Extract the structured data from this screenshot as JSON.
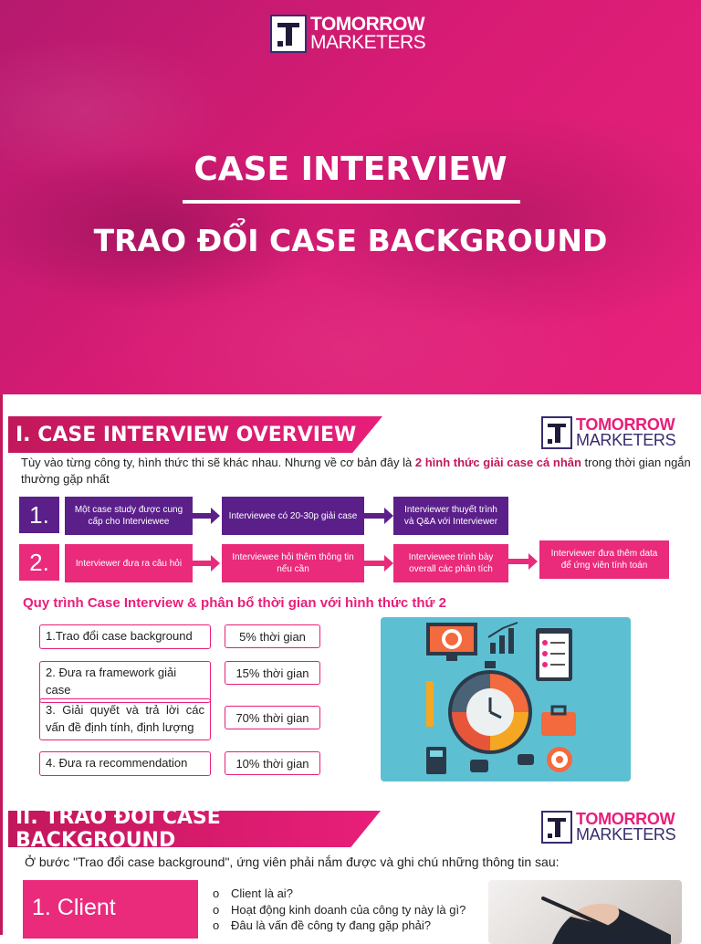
{
  "cover": {
    "logo_top": "TOMORROW",
    "logo_bottom": "MARKETERS",
    "title": "CASE INTERVIEW",
    "subtitle": "TRAO ĐỔI CASE BACKGROUND"
  },
  "overview": {
    "heading": "I. CASE INTERVIEW OVERVIEW",
    "logo_top": "TOMORROW",
    "logo_bottom": "MARKETERS",
    "intro_before": "Tùy vào từng công ty, hình thức thi sẽ khác nhau. Nhưng về cơ bản đây là ",
    "intro_highlight": "2 hình thức giải case cá nhân",
    "intro_after": " trong thời gian ngắn thường gặp nhất",
    "row1": {
      "number": "1.",
      "steps": [
        "Một case study được cung cấp cho Interviewee",
        "Interviewee có 20-30p giải case",
        "Interviewer thuyết trình và Q&A với Interviewer"
      ]
    },
    "row2": {
      "number": "2.",
      "steps": [
        "Interviewer đưa ra câu hỏi",
        "Interviewee hỏi thêm thông tin nếu cần",
        "Interviewee trình bày overall các phân tích",
        "Interviewer đưa thêm data để ứng viên tính toán"
      ]
    },
    "process_title": "Quy trình Case Interview & phân bổ thời gian với hình thức thứ 2",
    "phases": [
      {
        "label": "1.Trao đổi case background",
        "time": "5% thời gian"
      },
      {
        "label": "2. Đưa ra framework giải case",
        "time": "15% thời gian"
      },
      {
        "label": "3. Giải quyết và trả lời các vấn đề định tính, định lượng",
        "time": "70% thời gian"
      },
      {
        "label": "4. Đưa ra recommendation",
        "time": "10% thời gian"
      }
    ],
    "colors": {
      "purple": "#5b1f8a",
      "pink": "#ea2a7b",
      "accent": "#e91e7a"
    }
  },
  "background": {
    "heading": "II. TRAO ĐỔI CASE BACKGROUND",
    "logo_top": "TOMORROW",
    "logo_bottom": "MARKETERS",
    "intro": "Ở bước \"Trao đổi case background\", ứng viên phải nắm được và ghi chú những thông tin sau:",
    "client_label": "1. Client",
    "bullet_symbol": "o",
    "questions": [
      "Client là ai?",
      "Hoạt động kinh doanh của công ty này là gì?",
      "Đâu là vấn đề công ty đang gặp phải?"
    ]
  }
}
